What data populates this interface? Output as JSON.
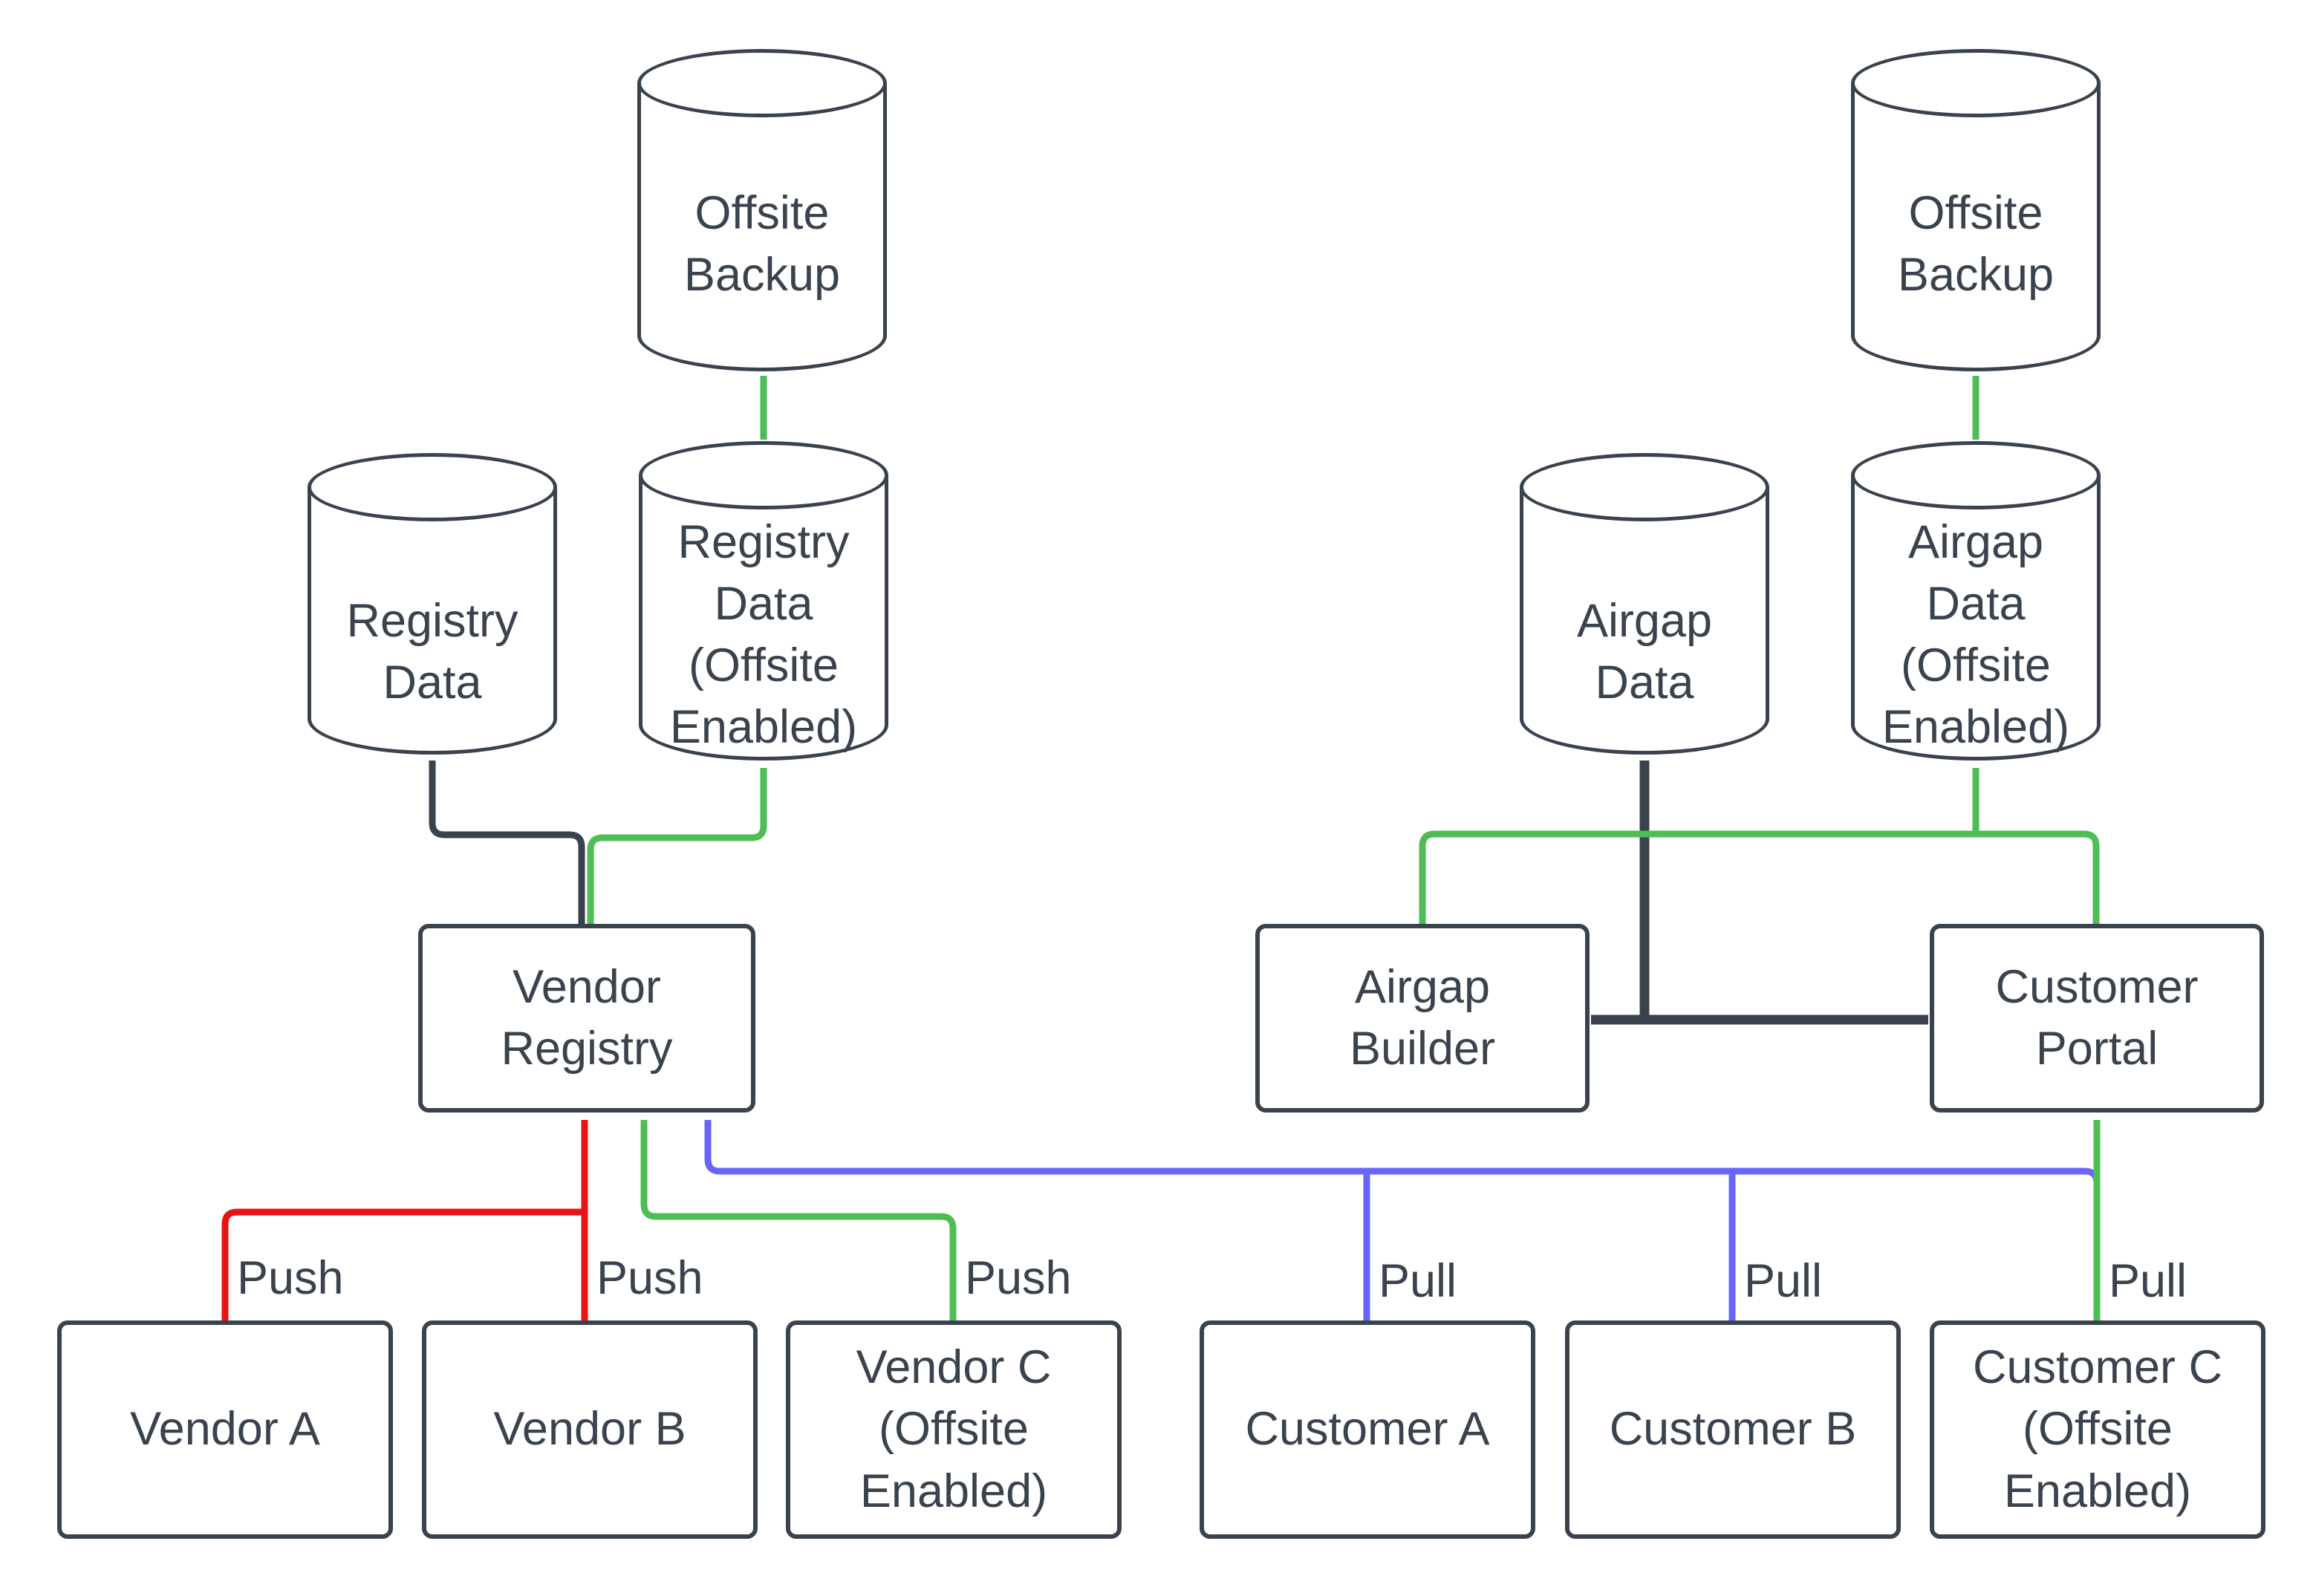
{
  "diagram_type": "flowchart",
  "colors": {
    "ink": "#39424d",
    "red": "#e81313",
    "green": "#4fbd56",
    "blue": "#6865f8",
    "background": "#ffffff"
  },
  "nodes": {
    "offsite_backup_left": {
      "label": "Offsite\nBackup",
      "shape": "cylinder"
    },
    "registry_data": {
      "label": "Registry\nData",
      "shape": "cylinder"
    },
    "registry_data_offsite": {
      "label": "Registry\nData\n(Offsite\nEnabled)",
      "shape": "cylinder"
    },
    "vendor_registry": {
      "label": "Vendor\nRegistry",
      "shape": "rect"
    },
    "vendor_a": {
      "label": "Vendor A",
      "shape": "rect"
    },
    "vendor_b": {
      "label": "Vendor B",
      "shape": "rect"
    },
    "vendor_c": {
      "label": "Vendor C\n(Offsite\nEnabled)",
      "shape": "rect"
    },
    "offsite_backup_right": {
      "label": "Offsite\nBackup",
      "shape": "cylinder"
    },
    "airgap_data": {
      "label": "Airgap\nData",
      "shape": "cylinder"
    },
    "airgap_data_offsite": {
      "label": "Airgap\nData\n(Offsite\nEnabled)",
      "shape": "cylinder"
    },
    "airgap_builder": {
      "label": "Airgap\nBuilder",
      "shape": "rect"
    },
    "customer_portal": {
      "label": "Customer\nPortal",
      "shape": "rect"
    },
    "customer_a": {
      "label": "Customer A",
      "shape": "rect"
    },
    "customer_b": {
      "label": "Customer B",
      "shape": "rect"
    },
    "customer_c": {
      "label": "Customer C\n(Offsite\nEnabled)",
      "shape": "rect"
    }
  },
  "edge_labels": [
    {
      "text": "Push"
    },
    {
      "text": "Push"
    },
    {
      "text": "Push"
    },
    {
      "text": "Pull"
    },
    {
      "text": "Pull"
    },
    {
      "text": "Pull"
    }
  ],
  "edges": [
    {
      "from": "Vendor A",
      "to": "Vendor Registry",
      "label": "Push",
      "color": "red"
    },
    {
      "from": "Vendor B",
      "to": "Vendor Registry",
      "label": "Push",
      "color": "red"
    },
    {
      "from": "Vendor C (Offsite Enabled)",
      "to": "Vendor Registry",
      "label": "Push",
      "color": "green"
    },
    {
      "from": "Customer A",
      "to": "Vendor Registry",
      "label": "Pull",
      "color": "blue"
    },
    {
      "from": "Customer B",
      "to": "Vendor Registry",
      "label": "Pull",
      "color": "blue"
    },
    {
      "from": "Customer C (Offsite Enabled)",
      "to": "Customer Portal",
      "label": "Pull",
      "color": "green"
    },
    {
      "from": "Vendor Registry",
      "to": "Registry Data",
      "label": "",
      "color": "dark"
    },
    {
      "from": "Vendor Registry",
      "to": "Registry Data (Offsite Enabled)",
      "label": "",
      "color": "green"
    },
    {
      "from": "Registry Data (Offsite Enabled)",
      "to": "Offsite Backup",
      "label": "",
      "color": "green"
    },
    {
      "from": "Airgap Builder",
      "to": "Airgap Data",
      "label": "",
      "color": "dark"
    },
    {
      "from": "Customer Portal",
      "to": "Airgap Data",
      "label": "",
      "color": "dark"
    },
    {
      "from": "Airgap Builder",
      "to": "Airgap Data (Offsite Enabled)",
      "label": "",
      "color": "green"
    },
    {
      "from": "Customer Portal",
      "to": "Airgap Data (Offsite Enabled)",
      "label": "",
      "color": "green"
    },
    {
      "from": "Airgap Data (Offsite Enabled)",
      "to": "Offsite Backup",
      "label": "",
      "color": "green"
    }
  ]
}
